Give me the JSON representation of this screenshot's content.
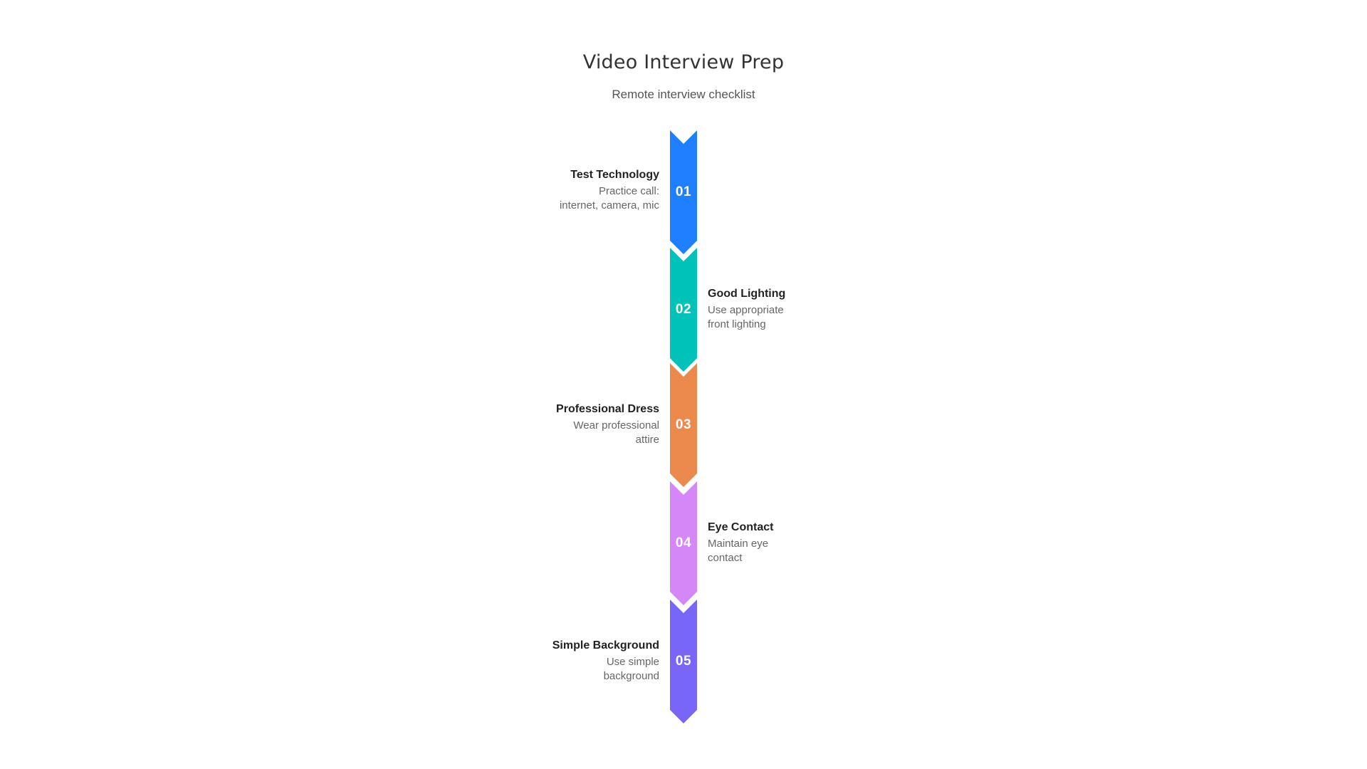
{
  "header": {
    "title": "Video Interview Prep",
    "subtitle": "Remote interview checklist"
  },
  "steps": [
    {
      "number": "01",
      "title": "Test Technology",
      "desc_lines": [
        "Practice call:",
        "internet, camera, mic"
      ],
      "color": "#1E80FF",
      "side": "left"
    },
    {
      "number": "02",
      "title": "Good Lighting",
      "desc_lines": [
        "Use appropriate",
        "front lighting"
      ],
      "color": "#00C2B8",
      "side": "right"
    },
    {
      "number": "03",
      "title": "Professional Dress",
      "desc_lines": [
        "Wear professional",
        "attire"
      ],
      "color": "#EC8A4E",
      "side": "left"
    },
    {
      "number": "04",
      "title": "Eye Contact",
      "desc_lines": [
        "Maintain eye",
        "contact"
      ],
      "color": "#D687F7",
      "side": "right"
    },
    {
      "number": "05",
      "title": "Simple Background",
      "desc_lines": [
        "Use simple",
        "background"
      ],
      "color": "#7766F7",
      "side": "left"
    }
  ],
  "colors": {
    "background": "#FFFFFF",
    "title_text": "#333333",
    "subtitle_text": "#555555",
    "step_title_text": "#222222",
    "step_desc_text": "#666666",
    "step_number_text": "#FFFFFF"
  }
}
